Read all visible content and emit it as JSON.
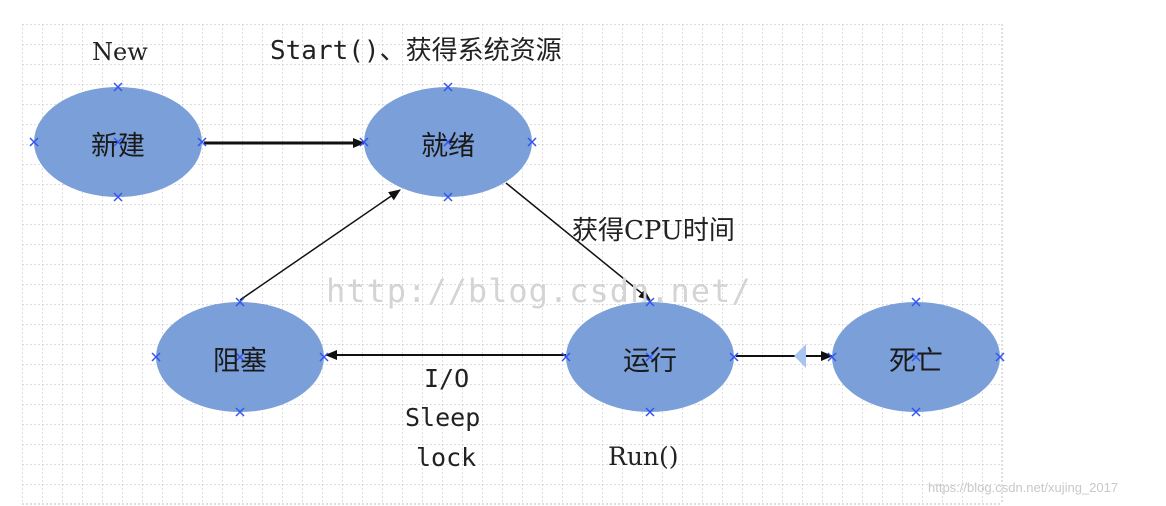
{
  "states": {
    "new": "新建",
    "ready": "就绪",
    "running": "运行",
    "blocked": "阻塞",
    "dead": "死亡"
  },
  "labels": {
    "new_tag": "New",
    "start": "Start()、获得系统资源",
    "cpu": "获得CPU时间",
    "io": "I/O",
    "sleep": "Sleep",
    "lock": "lock",
    "run": "Run()"
  },
  "watermark": "http://blog.csdn.net/",
  "credit": "https://blog.csdn.net/xujing_2017",
  "colors": {
    "node_fill": "#7b9fd8",
    "grid": "#bdbdbd",
    "handle": "#3355ee",
    "arrow": "#111111"
  }
}
